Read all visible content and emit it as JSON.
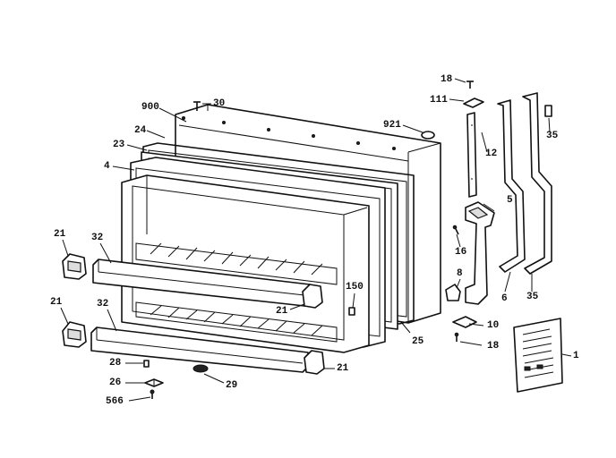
{
  "labels": {
    "p900": "900",
    "p30": "30",
    "p24": "24",
    "p23": "23",
    "p4": "4",
    "p921": "921",
    "p18a": "18",
    "p111": "111",
    "p12": "12",
    "p35a": "35",
    "p5": "5",
    "p16": "16",
    "p8": "8",
    "p10": "10",
    "p18b": "18",
    "p6": "6",
    "p35b": "35",
    "p1": "1",
    "p21a": "21",
    "p32a": "32",
    "p21b": "21",
    "p32b": "32",
    "p150": "150",
    "p21c": "21",
    "p25": "25",
    "p28": "28",
    "p26": "26",
    "p566": "566",
    "p29": "29",
    "p21d": "21"
  }
}
